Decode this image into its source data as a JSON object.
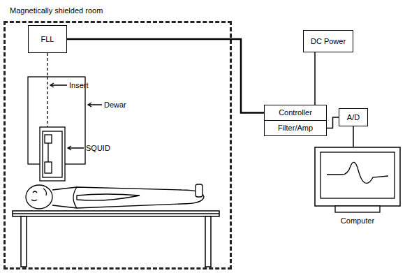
{
  "diagram": {
    "nodes": [
      {
        "text": [
          "Magnetically shielded room"
        ]
      },
      {
        "text": [
          "FLL"
        ],
        "in": 0
      },
      {
        "text": [
          "DC Power"
        ]
      },
      {
        "text": [
          "Controller"
        ]
      },
      {
        "text": [
          "Filter/Amp"
        ]
      },
      {
        "text": [
          "A/D"
        ]
      },
      {
        "text": [
          "Computer"
        ]
      }
    ],
    "edges": [
      {
        "from": 1,
        "to": 3,
        "arrow": "none"
      },
      {
        "from": 2,
        "to": 3,
        "arrow": "none"
      },
      {
        "from": 4,
        "to": 5,
        "arrow": "none"
      },
      {
        "from": 5,
        "to": 6,
        "arrow": "none"
      }
    ],
    "labels": [
      "Insert",
      "Dewar",
      "SQUID"
    ]
  }
}
